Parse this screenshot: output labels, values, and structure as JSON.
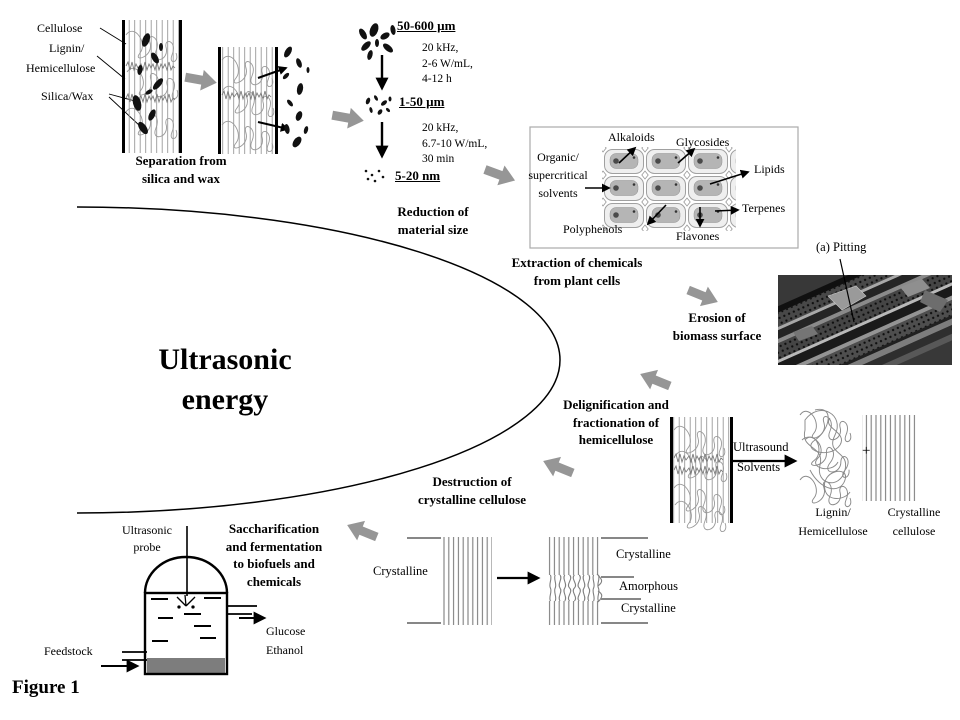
{
  "figure": {
    "label": "Figure 1"
  },
  "center_oval": {
    "line1": "Ultrasonic",
    "line2": "energy"
  },
  "separation": {
    "component_labels": {
      "cellulose": "Cellulose",
      "lignin": "Lignin/",
      "hemicellulose": "Hemicellulose",
      "silica_wax": "Silica/Wax"
    },
    "caption": {
      "line1": "Separation from",
      "line2": "silica and wax"
    }
  },
  "reduction": {
    "sizes": {
      "s1": "50-600 µm",
      "s2": "1-50 µm",
      "s3": "5-20 nm"
    },
    "conditions1": {
      "l1": "20 kHz,",
      "l2": "2-6 W/mL,",
      "l3": "4-12 h"
    },
    "conditions2": {
      "l1": "20 kHz,",
      "l2": "6.7-10 W/mL,",
      "l3": "30 min"
    },
    "caption": {
      "line1": "Reduction of",
      "line2": "material size"
    }
  },
  "extraction": {
    "solvent_label": {
      "line1": "Organic/",
      "line2": "supercritical",
      "line3": "solvents"
    },
    "chemical_labels": {
      "alkaloids": "Alkaloids",
      "glycosides": "Glycosides",
      "lipids": "Lipids",
      "terpenes": "Terpenes",
      "flavones": "Flavones",
      "polyphenols": "Polyphenols"
    },
    "caption": {
      "line1": "Extraction of chemicals",
      "line2": "from plant cells"
    }
  },
  "erosion": {
    "pitting_label": "(a) Pitting",
    "caption": {
      "line1": "Erosion of",
      "line2": "biomass surface"
    }
  },
  "delignification": {
    "caption": {
      "line1": "Delignification and",
      "line2": "fractionation of",
      "line3": "hemicellulose"
    },
    "arrow_label": {
      "line1": "Ultrasound",
      "line2": "Solvents"
    },
    "plus_sign": "+",
    "lignin_label": {
      "line1": "Lignin/",
      "line2": "Hemicellulose"
    },
    "cellulose_label": {
      "line1": "Crystalline",
      "line2": "cellulose"
    }
  },
  "destruction": {
    "caption": {
      "line1": "Destruction of",
      "line2": "crystalline cellulose"
    },
    "left_label": "Crystalline",
    "right_labels": {
      "top": "Crystalline",
      "middle": "Amorphous",
      "bottom": "Crystalline"
    }
  },
  "saccharification": {
    "caption": {
      "line1": "Saccharification",
      "line2": "and fermentation",
      "line3": "to biofuels and",
      "line4": "chemicals"
    },
    "probe_label": {
      "line1": "Ultrasonic",
      "line2": "probe"
    },
    "feedstock_label": "Feedstock",
    "products": {
      "line1": "Glucose",
      "line2": "Ethanol"
    }
  },
  "colors": {
    "background": "#ffffff",
    "text": "#000000",
    "block_arrow": "#969696",
    "fiber_line": "#999999",
    "panel_edge": "#000000",
    "sediment_gray": "#7d7d7d",
    "sem_background": "#383838",
    "cell_wall": "#efefef",
    "cytoplasm": "#b5b5b5"
  }
}
